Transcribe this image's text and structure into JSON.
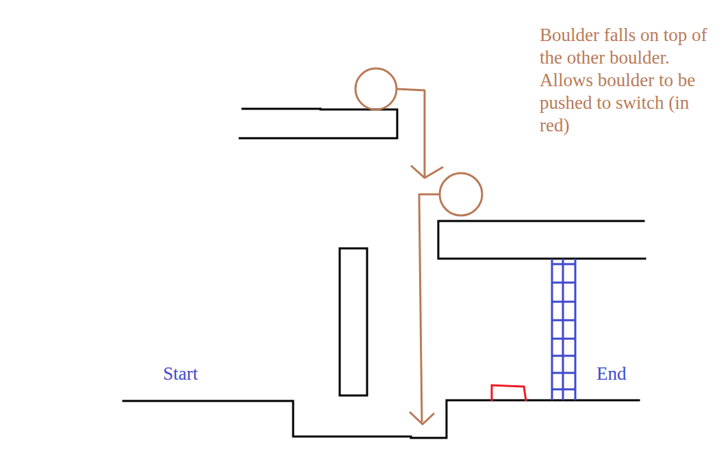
{
  "diagram": {
    "labels": [
      "Boulder falls on top of the other boulder. Allows boulder to be pushed to switch (in red)",
      "Start",
      "End"
    ]
  }
}
